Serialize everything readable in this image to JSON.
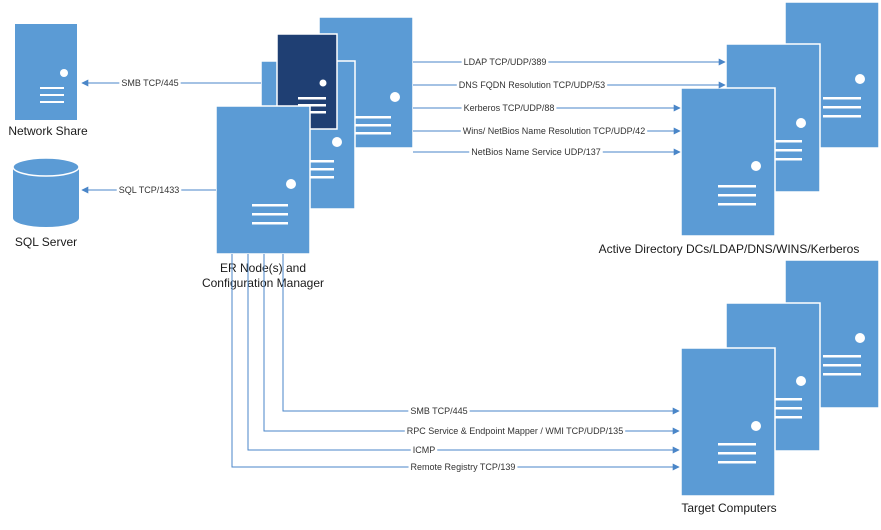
{
  "colors": {
    "server": "#5b9bd5",
    "server_dark": "#1f3f73",
    "server_stroke": "#ffffff",
    "connector": "#4a86c8",
    "label_bg": "#ffffff"
  },
  "nodes": {
    "network_share": {
      "label": "Network Share",
      "icon": "server-icon"
    },
    "sql_server": {
      "label": "SQL Server",
      "icon": "database-icon"
    },
    "er_nodes": {
      "label_line1": "ER Node(s) and",
      "label_line2": "Configuration Manager",
      "icon": "server-stack-icon"
    },
    "active_directory": {
      "label": "Active Directory DCs/LDAP/DNS/WINS/Kerberos",
      "icon": "server-stack-icon"
    },
    "target_computers": {
      "label": "Target Computers",
      "icon": "server-stack-icon"
    }
  },
  "connections": {
    "smb_share": "SMB TCP/445",
    "sql": "SQL TCP/1433",
    "ldap": "LDAP TCP/UDP/389",
    "dns": "DNS FQDN Resolution TCP/UDP/53",
    "kerberos": "Kerberos  TCP/UDP/88",
    "wins": "Wins/ NetBios Name Resolution  TCP/UDP/42",
    "netbios": "NetBios Name Service  UDP/137",
    "smb_target": "SMB TCP/445",
    "rpc": "RPC Service & Endpoint Mapper  / WMI TCP/UDP/135",
    "icmp": "ICMP",
    "remote_registry": "Remote Registry TCP/139"
  }
}
